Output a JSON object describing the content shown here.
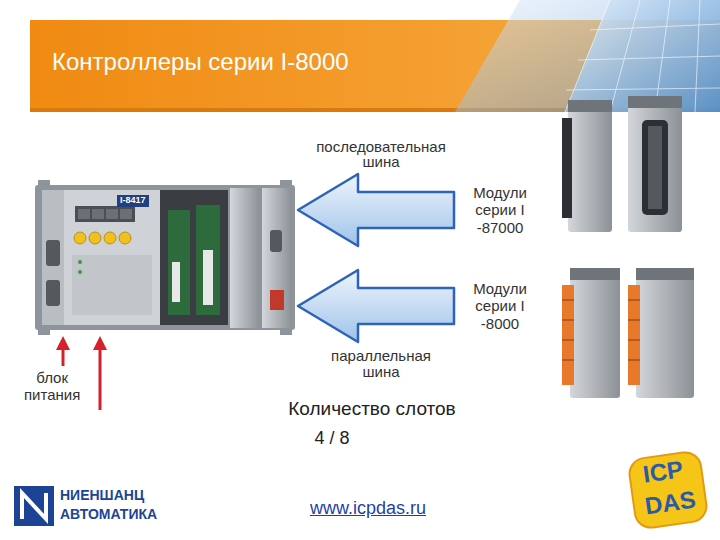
{
  "diagram": {
    "title": "Контроллеры серии I-8000",
    "nodes": [
      {
        "text": [
          "I-8417"
        ]
      },
      {
        "text": [
          "Модули серии I -87000"
        ]
      },
      {
        "text": [
          "Модули серии I -8000"
        ]
      }
    ],
    "edges": [
      {
        "from": 1,
        "to": 0,
        "arrow": "to",
        "label": "последовательная шина"
      },
      {
        "from": 2,
        "to": 0,
        "arrow": "to",
        "label": "параллельная шина"
      }
    ],
    "labels": [
      "блок питания",
      "Количество слотов",
      "4 / 8",
      "НИЕНШАНЦ",
      "АВТОМАТИКА",
      "www.icpdas.ru",
      "ICP",
      "DAS"
    ]
  }
}
